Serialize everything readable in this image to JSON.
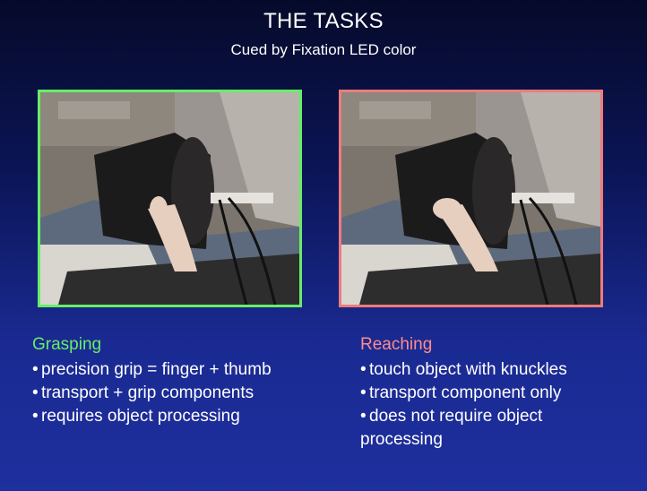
{
  "slide": {
    "title": "THE TASKS",
    "subtitle": "Cued by Fixation LED color",
    "colors": {
      "grasping": "#66ee66",
      "reaching": "#ee7b7b",
      "background": "#1a2a92"
    }
  },
  "grasping": {
    "heading": "Grasping",
    "bullets": [
      "precision grip = finger + thumb",
      "transport + grip components",
      "requires object processing"
    ]
  },
  "reaching": {
    "heading": "Reaching",
    "bullets": [
      "touch object with knuckles",
      "transport component only",
      "does not require object",
      "processing"
    ]
  }
}
